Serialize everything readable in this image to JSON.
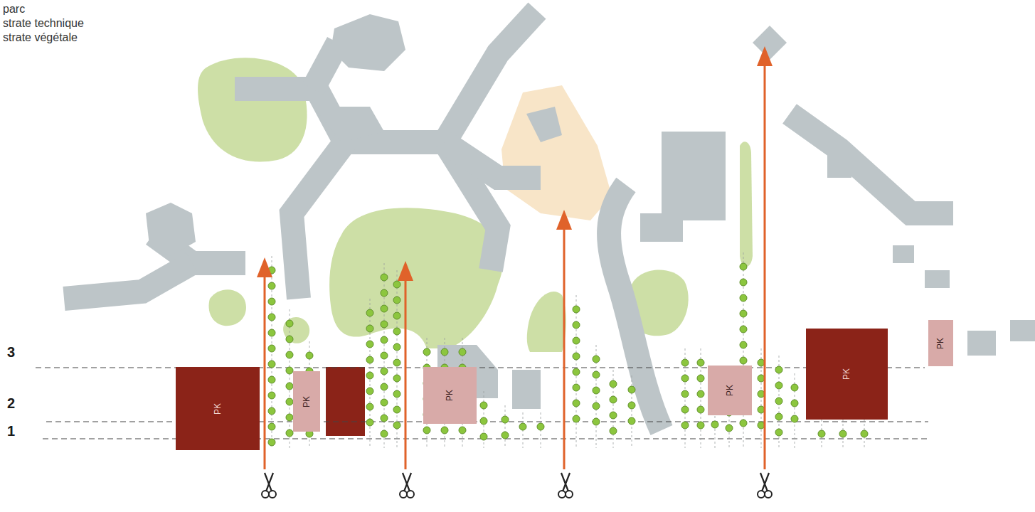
{
  "diagram": {
    "nodes": [
      {
        "text": [
          "PK"
        ]
      },
      {
        "text": [
          "PK"
        ]
      },
      {
        "text": [
          "PK"
        ]
      },
      {
        "text": [
          "PK"
        ]
      },
      {
        "text": [
          "PK"
        ]
      },
      {
        "text": [
          "PK"
        ]
      }
    ],
    "labels": [
      "3",
      "2",
      "1"
    ],
    "legend": [
      {
        "text": "parc"
      },
      {
        "text": "strate technique"
      },
      {
        "text": "strate végétale"
      }
    ]
  }
}
